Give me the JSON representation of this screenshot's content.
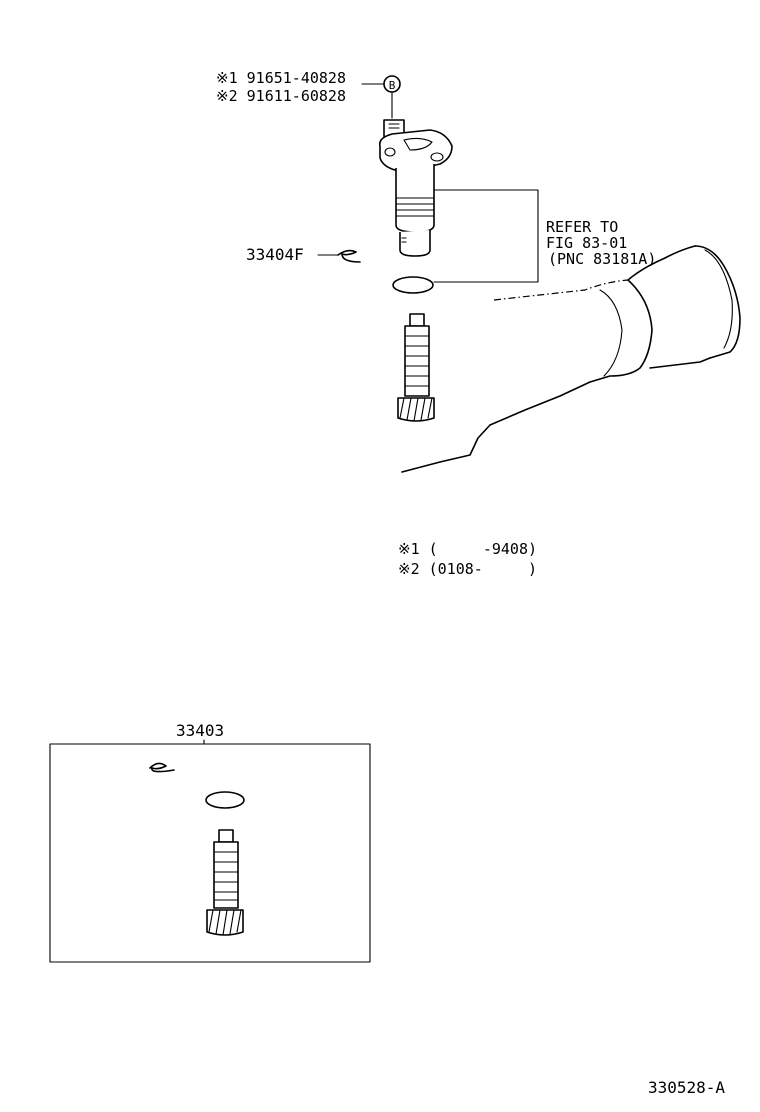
{
  "labels": {
    "bolt_line1": "※1 91651-40828",
    "bolt_line2": "※2 91611-60828",
    "bolt_marker": "B",
    "refer_line1": "REFER TO",
    "refer_line2": "FIG 83-01",
    "refer_line3": "(PNC 83181A)",
    "clip_part": "33404F",
    "note_line1": "※1 (     -9408)",
    "note_line2": "※2 (0108-     )",
    "kit_part": "33403",
    "figure_id": "330528-A"
  }
}
